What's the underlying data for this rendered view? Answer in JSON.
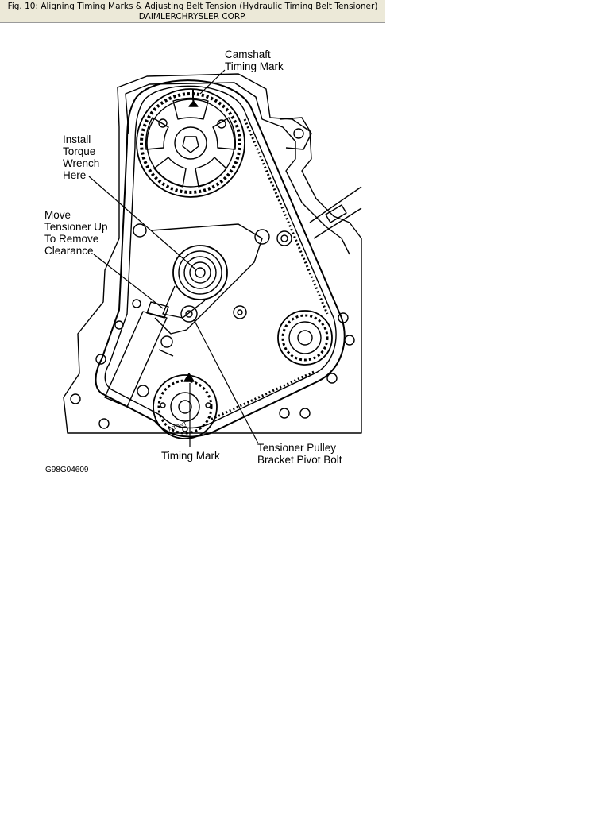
{
  "caption": {
    "title": "Fig. 10: Aligning Timing Marks & Adjusting Belt Tension (Hydraulic Timing Belt Tensioner)",
    "credit": "DAIMLERCHRYSLER CORP."
  },
  "callouts": {
    "camshaft_mark": [
      "Camshaft",
      "Timing Mark"
    ],
    "torque_wrench": [
      "Install",
      "Torque",
      "Wrench",
      "Here"
    ],
    "move_tensioner": [
      "Move",
      "Tensioner Up",
      "To Remove",
      "Clearance"
    ],
    "crank_mark": "Timing Mark",
    "pivot_bolt": [
      "Tensioner Pulley",
      "Bracket Pivot Bolt"
    ]
  },
  "figure_code": "G98G04609",
  "engine_stamp": "FRONT"
}
